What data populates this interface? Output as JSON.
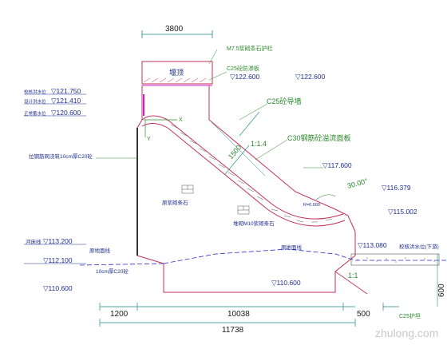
{
  "dimensions": {
    "top_width": "3800",
    "bottom_left": "1200",
    "bottom_main": "10038",
    "bottom_right": "500",
    "bottom_total": "11738",
    "right_vertical": "600"
  },
  "labels": {
    "m75_wall": "M7.5浆砌条石护栏",
    "weir_top": "堰顶",
    "c25_concrete": "C25砼防渗板",
    "elev_122600_a": "▽122.600",
    "elev_122600_b": "▽122.600",
    "c25_guide_wall": "C25砼导墙",
    "ratio_14": "1:1.4",
    "c30_facing": "C30钢筋砼溢流面板",
    "dim_1500": "1500",
    "elev_117600": "▽117.600",
    "angle_30": "30.00°",
    "elev_116379": "▽116.379",
    "elev_115002": "▽115.002",
    "elev_113080": "▽113.080",
    "design_flood_note": "校核洪水位(下游)",
    "ratio_11": "1:1",
    "c25_apron": "C25护坦",
    "left_elev_1": "▽121.750",
    "left_elev_2": "▽121.410",
    "left_elev_3": "▽120.600",
    "left_label_1": "校核洪水位",
    "left_label_2": "设计洪水位",
    "left_label_3": "正常蓄水位",
    "left_wall_note": "拉钢筋网浇筑10cm厚C20砼",
    "x_axis": "X",
    "y_axis": "Y",
    "masonry_left": "原浆砌条石",
    "masonry_right": "堆砌M10浆砌条石",
    "bedrock": "原地面线",
    "elev_113200_tag": "河床线",
    "elev_113200": "▽113.200",
    "elev_112100": "▽112.100",
    "left_foundation_note": "原地面线",
    "c20_note": "10cm厚C20砼",
    "elev_110600_left": "▽110.600",
    "elev_110600_right": "▽110.600",
    "radius_note": "R=6.000",
    "watermark": "zhulong.com"
  },
  "colors": {
    "outline_red": "#c0305a",
    "dim_line": "#1a8a8a",
    "text_blue": "#1f2f8f",
    "text_green": "#2a8a2a",
    "magenta": "#d020d0",
    "ground_blue": "#2a2ad0"
  }
}
